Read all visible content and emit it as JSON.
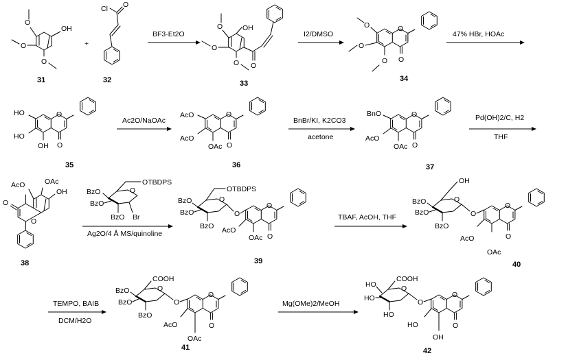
{
  "compounds": [
    {
      "id": "31",
      "groups": {
        "oh": "OH",
        "ome_a": "O",
        "ome_b": "O",
        "ome_c": "O"
      }
    },
    {
      "id": "32",
      "groups": {
        "cl": "Cl",
        "o": "O"
      }
    },
    {
      "id": "33",
      "groups": {
        "oh": "OH",
        "ome_a": "O",
        "ome_b": "O",
        "ome_c": "O",
        "co": "O"
      }
    },
    {
      "id": "34",
      "groups": {
        "ome_a": "O",
        "ome_b": "O",
        "ome_c": "O",
        "ring_o": "O",
        "co": "O"
      }
    },
    {
      "id": "35",
      "groups": {
        "ho_a": "HO",
        "ho_b": "HO",
        "oh": "OH",
        "ring_o": "O",
        "co": "O"
      }
    },
    {
      "id": "36",
      "groups": {
        "aco_a": "AcO",
        "aco_b": "AcO",
        "oac": "OAc",
        "ring_o": "O",
        "co": "O"
      }
    },
    {
      "id": "37",
      "groups": {
        "bno": "BnO",
        "aco": "AcO",
        "oac": "OAc",
        "ring_o": "O",
        "co": "O"
      }
    },
    {
      "id": "38",
      "groups": {
        "aco": "AcO",
        "oac": "OAc",
        "oh": "OH",
        "ring_o": "O",
        "co": "O"
      }
    },
    {
      "id": "39",
      "groups": {
        "bzo_a": "BzO",
        "bzo_b": "BzO",
        "bzo_c": "BzO",
        "otbdps": "OTBDPS",
        "o_link": "O",
        "ring_o": "O",
        "sugar_o": "O",
        "aco": "AcO",
        "oac": "OAc",
        "co": "O"
      }
    },
    {
      "id": "40",
      "groups": {
        "bzo_a": "BzO",
        "bzo_b": "BzO",
        "bzo_c": "BzO",
        "oh": "OH",
        "o_link": "O",
        "ring_o": "O",
        "sugar_o": "O",
        "aco": "AcO",
        "oac": "OAc",
        "co": "O"
      }
    },
    {
      "id": "41",
      "groups": {
        "bzo_a": "BzO",
        "bzo_b": "BzO",
        "bzo_c": "BzO",
        "cooh": "COOH",
        "o_link": "O",
        "ring_o": "O",
        "sugar_o": "O",
        "aco": "AcO",
        "oac": "OAc",
        "co": "O"
      }
    },
    {
      "id": "42",
      "groups": {
        "ho_a": "HO",
        "ho_b": "HO",
        "ho_c": "HO",
        "ho_d": "HO",
        "cooh": "COOH",
        "o_link": "O",
        "ring_o": "O",
        "sugar_o": "O",
        "oh": "OH",
        "co": "O"
      }
    }
  ],
  "reagent": {
    "bzo_a": "BzO",
    "bzo_b": "BzO",
    "bzo_c": "BzO",
    "otbdps": "OTBDPS",
    "ring_o": "O",
    "br": "Br"
  },
  "plus": "+",
  "steps": [
    {
      "above": "BF3·Et2O",
      "below": ""
    },
    {
      "above": "I2/DMSO",
      "below": ""
    },
    {
      "above": "47% HBr, HOAc",
      "below": ""
    },
    {
      "above": "Ac2O/NaOAc",
      "below": ""
    },
    {
      "above": "BnBr/KI, K2CO3",
      "below": "acetone"
    },
    {
      "above": "Pd(OH)2/C, H2",
      "below": "THF"
    },
    {
      "above": "",
      "below": "Ag2O/4 Å MS/quinoline"
    },
    {
      "above": "TBAF, AcOH, THF",
      "below": ""
    },
    {
      "above": "TEMPO, BAIB",
      "below": "DCM/H2O"
    },
    {
      "above": "Mg(OMe)2/MeOH",
      "below": ""
    }
  ]
}
